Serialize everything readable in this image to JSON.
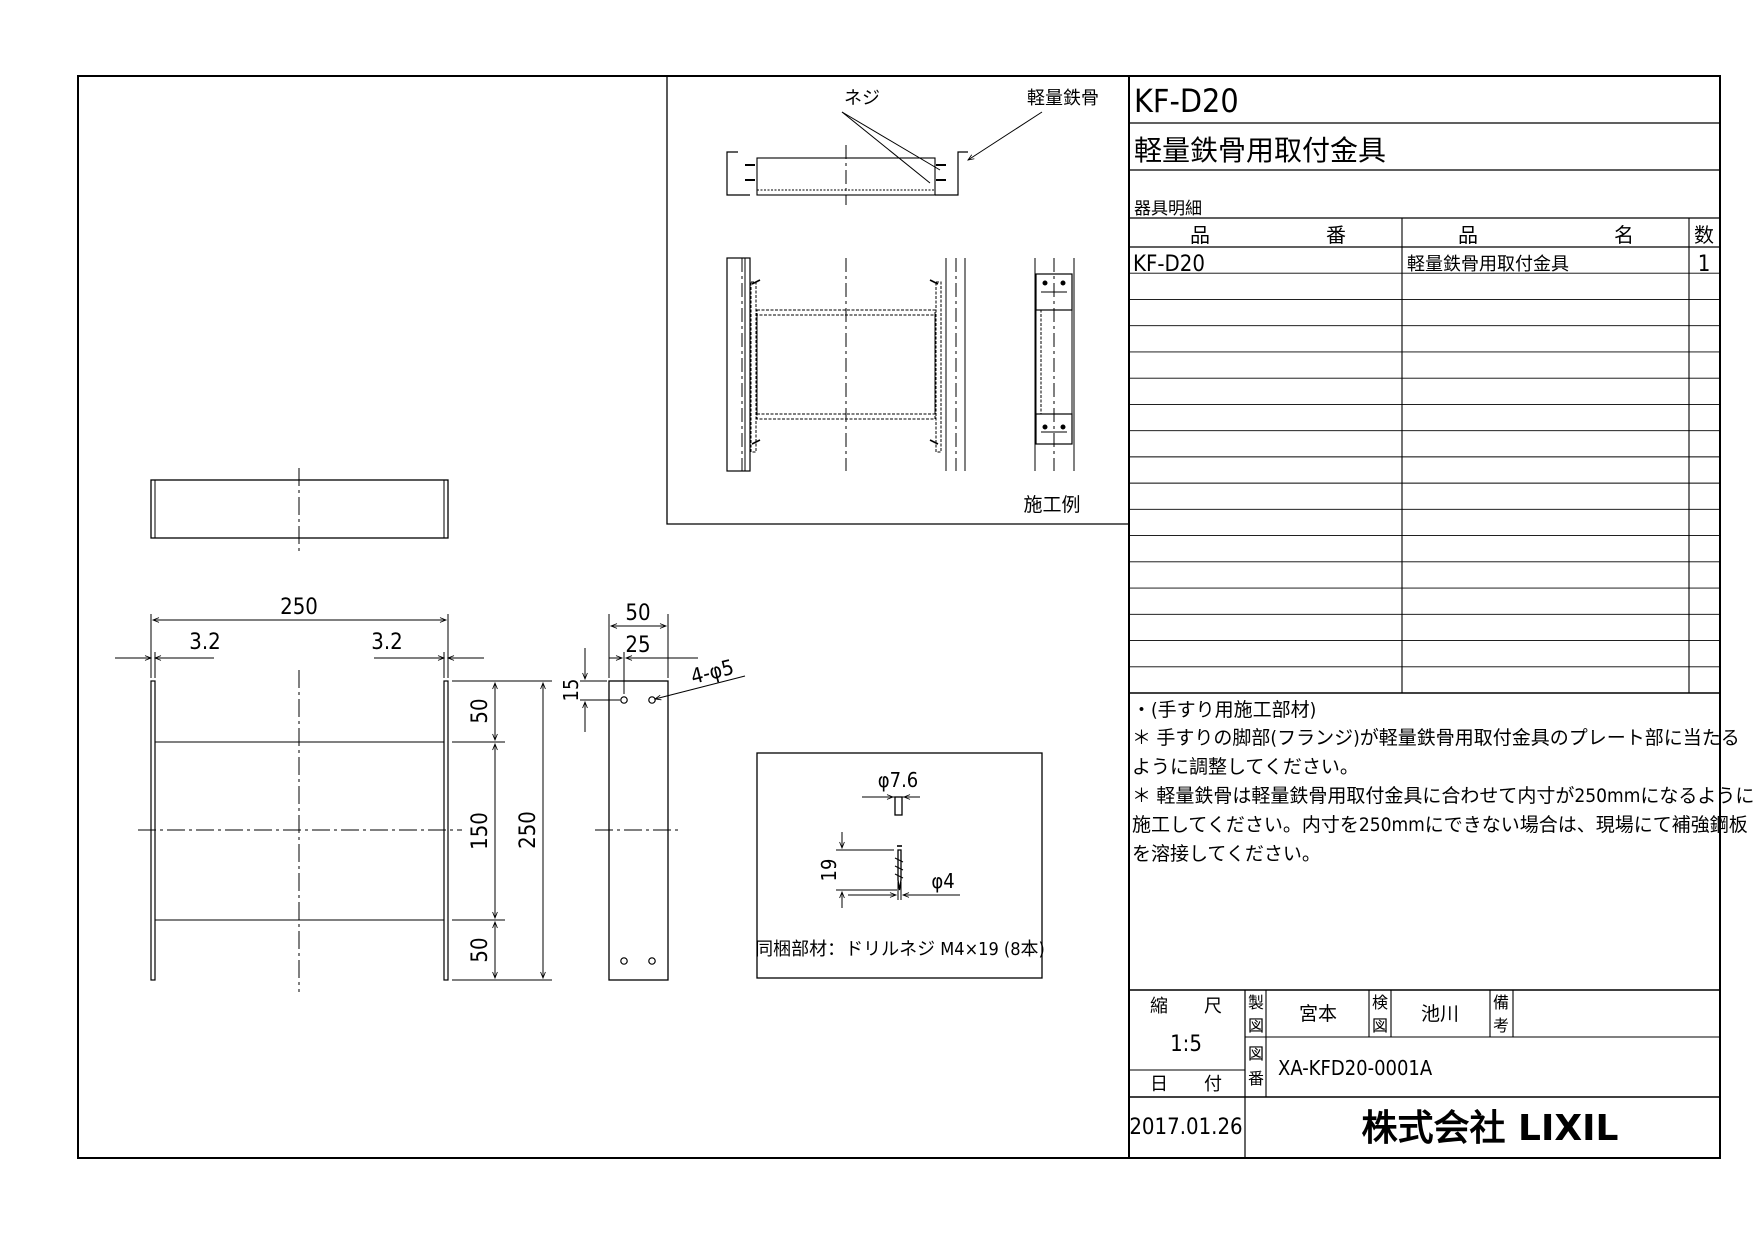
{
  "title_block": {
    "model": "KF-D20",
    "name": "軽量鉄骨用取付金具",
    "section_label": "器具明細",
    "headers": {
      "part_no_1": "品",
      "part_no_2": "番",
      "part_name_1": "品",
      "part_name_2": "名",
      "qty": "数"
    },
    "rows": [
      {
        "part_no": "KF-D20",
        "part_name": "軽量鉄骨用取付金具",
        "qty": "1"
      }
    ],
    "notes": [
      "・(手すり用施工部材)",
      "＊ 手すりの脚部(フランジ)が軽量鉄骨用取付金具のプレート部に当たる",
      "ように調整してください。",
      "＊ 軽量鉄骨は軽量鉄骨用取付金具に合わせて内寸が250mmになるように",
      "施工してください。内寸を250mmにできない場合は、現場にて補強鋼板",
      "を溶接してください。"
    ],
    "scale_label": "縮　　尺",
    "scale_value": "1:5",
    "date_label": "日　　付",
    "date_value": "2017.01.26",
    "made_label_1": "製",
    "made_label_2": "図",
    "drafter": "宮本",
    "check_label_1": "検",
    "check_label_2": "図",
    "checker": "池川",
    "remarks_label_1": "備",
    "remarks_label_2": "考",
    "drawing_no_label_1": "図",
    "drawing_no_label_2": "番",
    "drawing_no": "XA-KFD20-0001A",
    "company": "株式会社 LIXIL"
  },
  "install_example": {
    "label_screw": "ネジ",
    "label_steel": "軽量鉄骨",
    "caption": "施工例"
  },
  "dimensions": {
    "overall_width": "250",
    "left_offset": "3.2",
    "right_offset": "3.2",
    "plate_width": "50",
    "hole_pitch": "25",
    "hole_spec": "4-φ5",
    "edge_15": "15",
    "upper_50": "50",
    "mid_150": "150",
    "lower_50": "50",
    "overall_height": "250"
  },
  "screw_detail": {
    "head_dia": "φ7.6",
    "length": "19",
    "shank_dia": "φ4",
    "caption": "同梱部材：ドリルネジ M4×19 (8本)"
  }
}
